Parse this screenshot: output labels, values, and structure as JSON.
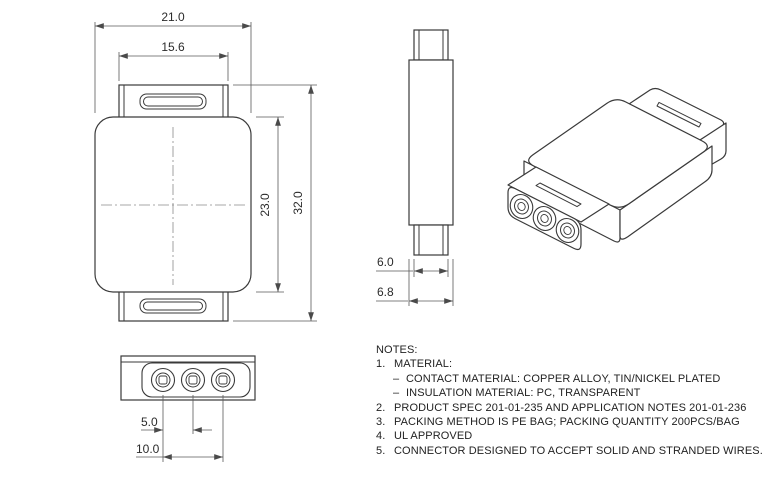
{
  "meta": {
    "background": "#ffffff",
    "object_line_color": "#3a3a3a",
    "dimension_line_color": "#5a5a5a",
    "text_color": "#222222"
  },
  "views": {
    "front": {
      "dims": {
        "overall_width": "21.0",
        "flange_width": "15.6",
        "body_height": "23.0",
        "overall_height": "32.0"
      }
    },
    "side": {
      "dims": {
        "flange_depth": "6.0",
        "body_depth": "6.8"
      }
    },
    "bottom": {
      "dims": {
        "contact_pitch": "5.0",
        "contact_span": "10.0"
      }
    }
  },
  "notes": {
    "title": "NOTES:",
    "lines": [
      {
        "num": "1.",
        "text": "MATERIAL:"
      },
      {
        "num": "–",
        "text": "CONTACT MATERIAL: COPPER ALLOY, TIN/NICKEL PLATED"
      },
      {
        "num": "–",
        "text": "INSULATION MATERIAL: PC, TRANSPARENT"
      },
      {
        "num": "2.",
        "text": "PRODUCT SPEC 201-01-235 AND APPLICATION NOTES 201-01-236"
      },
      {
        "num": "3.",
        "text": "PACKING METHOD IS PE BAG; PACKING QUANTITY 200PCS/BAG"
      },
      {
        "num": "4.",
        "text": "UL APPROVED"
      },
      {
        "num": "5.",
        "text": "CONNECTOR DESIGNED TO ACCEPT SOLID AND STRANDED WIRES."
      }
    ]
  }
}
